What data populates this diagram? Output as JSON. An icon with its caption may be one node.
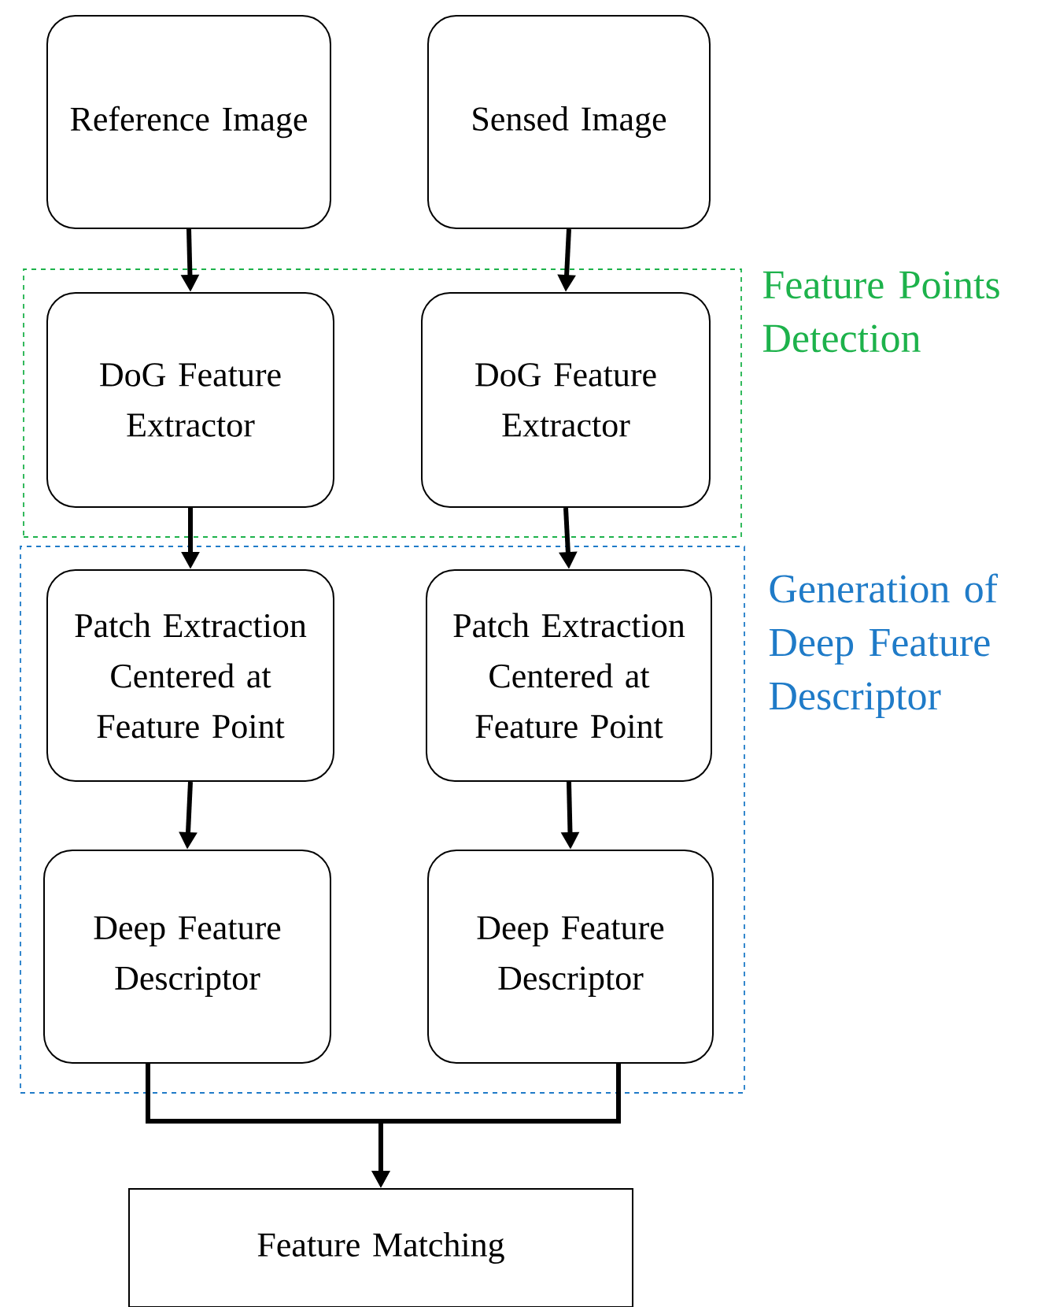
{
  "diagram": {
    "nodes": [
      {
        "text": [
          "Reference Image"
        ]
      },
      {
        "text": [
          "Sensed Image"
        ]
      },
      {
        "text": [
          "Feature Points Detection"
        ]
      },
      {
        "text": [
          "DoG Feature Extractor"
        ],
        "in": 2
      },
      {
        "text": [
          "DoG Feature Extractor"
        ],
        "in": 2
      },
      {
        "text": [
          "Generation of Deep Feature Descriptor"
        ]
      },
      {
        "text": [
          "Patch Extraction Centered at Feature Point"
        ],
        "in": 5
      },
      {
        "text": [
          "Patch Extraction Centered at Feature Point"
        ],
        "in": 5
      },
      {
        "text": [
          "Deep Feature Descriptor"
        ],
        "in": 5
      },
      {
        "text": [
          "Deep Feature Descriptor"
        ],
        "in": 5
      },
      {
        "text": [
          "Feature Matching"
        ]
      }
    ],
    "edges": [
      {
        "from": 0,
        "to": 3,
        "arrow": "to"
      },
      {
        "from": 1,
        "to": 4,
        "arrow": "to"
      },
      {
        "from": 3,
        "to": 6,
        "arrow": "to"
      },
      {
        "from": 4,
        "to": 7,
        "arrow": "to"
      },
      {
        "from": 6,
        "to": 8,
        "arrow": "to"
      },
      {
        "from": 7,
        "to": 9,
        "arrow": "to"
      },
      {
        "from": 8,
        "to": 10,
        "arrow": "to"
      },
      {
        "from": 9,
        "to": 10,
        "arrow": "to"
      }
    ]
  }
}
